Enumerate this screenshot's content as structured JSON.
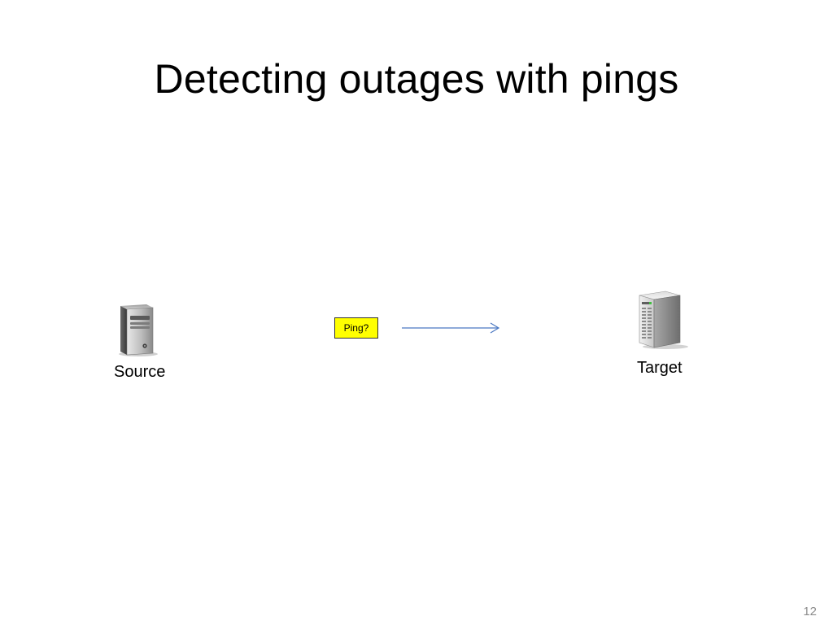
{
  "slide": {
    "title": "Detecting outages with pings",
    "page_number": "12"
  },
  "diagram": {
    "source": {
      "label": "Source",
      "icon": "desktop-tower-computer-icon"
    },
    "target": {
      "label": "Target",
      "icon": "server-rack-icon"
    },
    "message": {
      "label": "Ping?",
      "fill": "#ffff00"
    },
    "arrow_color": "#4a78c2"
  }
}
